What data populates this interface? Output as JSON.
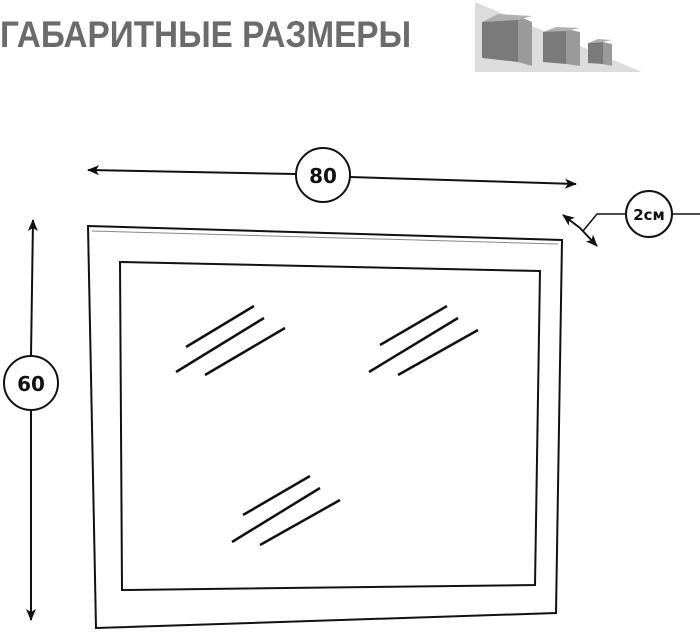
{
  "header": {
    "title": "ГАБАРИТНЫЕ РАЗМЕРЫ",
    "logo_icon": "cubes-icon"
  },
  "dimensions": {
    "width": "80",
    "height": "60",
    "depth": "2см"
  },
  "colors": {
    "title": "#6b6b6b",
    "line": "#111111",
    "logo_bg": "#dcdcdc",
    "cube": "#8a8a8a"
  }
}
